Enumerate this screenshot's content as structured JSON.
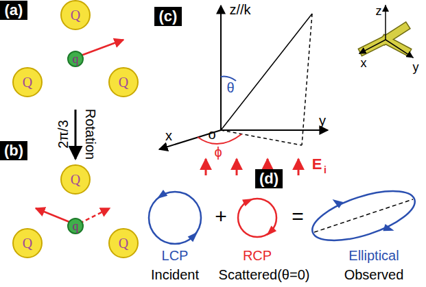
{
  "diagram": {
    "nodes": [
      {
        "text": [
          "(a)"
        ]
      },
      {
        "text": [
          "Q"
        ]
      },
      {
        "text": [
          "q"
        ]
      },
      {
        "text": [
          "Q"
        ]
      },
      {
        "text": [
          "Q"
        ]
      },
      {
        "text": [
          "(c)"
        ]
      },
      {
        "text": [
          "(b)"
        ]
      },
      {
        "text": [
          "Q"
        ]
      },
      {
        "text": [
          "q"
        ]
      },
      {
        "text": [
          "Q"
        ]
      },
      {
        "text": [
          "Q"
        ]
      },
      {
        "text": [
          "(d)"
        ]
      }
    ],
    "labels": [
      "2π/3",
      "Rotation",
      "z//k",
      "θ",
      "o",
      "x",
      "y",
      "ϕ",
      "E",
      "i",
      "z",
      "x",
      "y",
      "+",
      "=",
      "LCP",
      "RCP",
      "Elliptical",
      "Incident",
      "Scattered(θ=0)",
      "Observed"
    ]
  }
}
